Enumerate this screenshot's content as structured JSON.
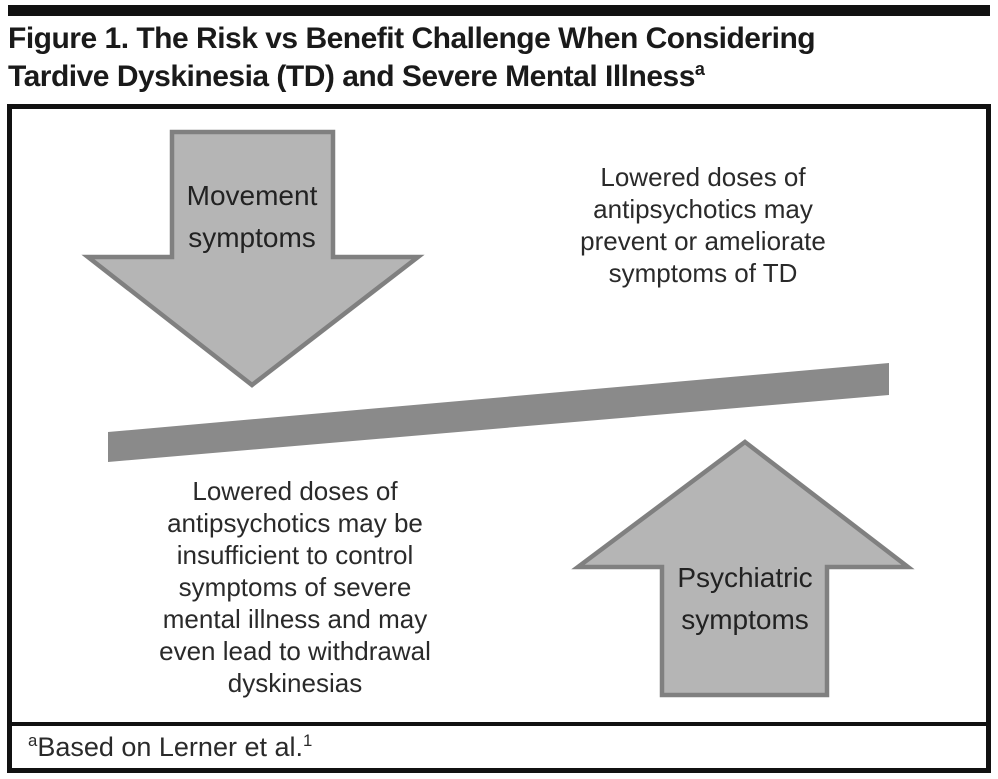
{
  "header": {
    "title_line1": "Figure 1. The Risk vs Benefit Challenge When Considering",
    "title_line2": "Tardive Dyskinesia (TD) and Severe Mental Illness",
    "title_superscript": "a"
  },
  "diagram": {
    "down_arrow_label": "Movement\nsymptoms",
    "up_arrow_label": "Psychiatric\nsymptoms",
    "benefit_text": "Lowered doses of\nantipsychotics may\nprevent or ameliorate\nsymptoms of TD",
    "risk_text": "Lowered doses of\nantipsychotics may be\ninsufficient to control\nsymptoms of severe\nmental illness and may\neven lead to withdrawal\ndyskinesias"
  },
  "footer": {
    "marker_superscript": "a",
    "text": "Based on Lerner et al.",
    "reference_superscript": "1"
  },
  "colors": {
    "arrow_fill": "#b5b5b5",
    "arrow_stroke": "#808080",
    "beam_fill": "#8a8a8a",
    "border": "#111111",
    "text": "#2a2a2a"
  }
}
